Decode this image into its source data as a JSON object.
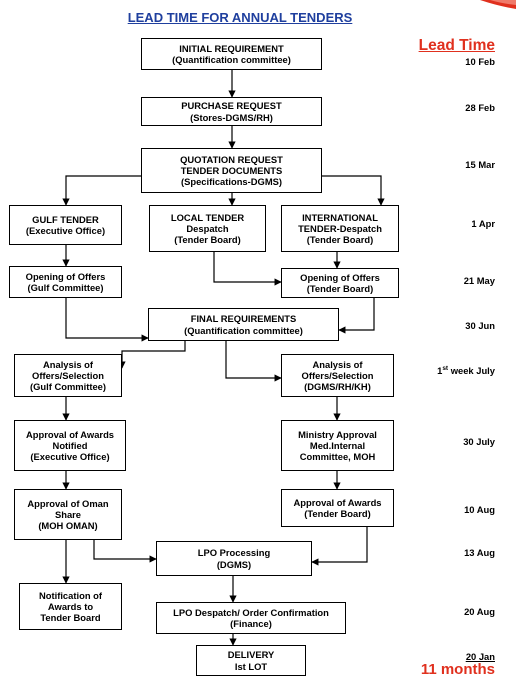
{
  "header": {
    "title": "LEAD TIME FOR ANNUAL TENDERS",
    "lead_time_label": "Lead Time",
    "total": "11 months"
  },
  "colors": {
    "title": "#1f3f9e",
    "accent": "#e0301e",
    "box_border": "#000000"
  },
  "nodes": {
    "initial_requirement": [
      "INITIAL REQUIREMENT",
      "(Quantification committee)"
    ],
    "purchase_request": [
      "PURCHASE REQUEST",
      "(Stores-DGMS/RH)"
    ],
    "quotation_request": [
      "QUOTATION REQUEST",
      "TENDER DOCUMENTS",
      "(Specifications-DGMS)"
    ],
    "gulf_tender": [
      "GULF TENDER",
      "(Executive Office)"
    ],
    "local_tender": [
      "LOCAL TENDER",
      "Despatch",
      "(Tender Board)"
    ],
    "international_tender": [
      "INTERNATIONAL",
      "TENDER-Despatch",
      "(Tender Board)"
    ],
    "opening_gulf": [
      "Opening of Offers",
      "(Gulf Committee)"
    ],
    "opening_tender_board": [
      "Opening of Offers",
      "(Tender Board)"
    ],
    "final_requirements": [
      "FINAL REQUIREMENTS",
      "(Quantification committee)"
    ],
    "analysis_gulf": [
      "Analysis of",
      "Offers/Selection",
      "(Gulf Committee)"
    ],
    "analysis_dgms": [
      "Analysis of",
      "Offers/Selection",
      "(DGMS/RH/KH)"
    ],
    "approval_awards_notified": [
      "Approval of Awards",
      "Notified",
      "(Executive Office)"
    ],
    "ministry_approval": [
      "Ministry Approval",
      "Med.Internal",
      "Committee, MOH"
    ],
    "approval_oman_share": [
      "Approval of Oman",
      "Share",
      "(MOH OMAN)"
    ],
    "approval_awards_tb": [
      "Approval of Awards",
      "(Tender Board)"
    ],
    "lpo_processing": [
      "LPO Processing",
      "(DGMS)"
    ],
    "notification_awards": [
      "Notification of",
      "Awards to",
      "Tender Board"
    ],
    "lpo_despatch": [
      "LPO Despatch/ Order Confirmation",
      "(Finance)"
    ],
    "delivery": [
      "DELIVERY",
      "Ist LOT"
    ]
  },
  "timeline": [
    {
      "id": "d1",
      "pre": "10 Feb",
      "sup": "",
      "post": ""
    },
    {
      "id": "d2",
      "pre": "28 Feb",
      "sup": "",
      "post": ""
    },
    {
      "id": "d3",
      "pre": "15 Mar",
      "sup": "",
      "post": ""
    },
    {
      "id": "d4",
      "pre": "1 Apr",
      "sup": "",
      "post": ""
    },
    {
      "id": "d5",
      "pre": "21 May",
      "sup": "",
      "post": ""
    },
    {
      "id": "d6",
      "pre": "30 Jun",
      "sup": "",
      "post": ""
    },
    {
      "id": "d7",
      "pre": "1",
      "sup": "st",
      "post": " week July"
    },
    {
      "id": "d8",
      "pre": "30 July",
      "sup": "",
      "post": ""
    },
    {
      "id": "d9",
      "pre": "10 Aug",
      "sup": "",
      "post": ""
    },
    {
      "id": "d10",
      "pre": "13 Aug",
      "sup": "",
      "post": ""
    },
    {
      "id": "d11",
      "pre": "20 Aug",
      "sup": "",
      "post": ""
    },
    {
      "id": "d12",
      "pre": "20 Jan",
      "sup": "",
      "post": ""
    }
  ]
}
